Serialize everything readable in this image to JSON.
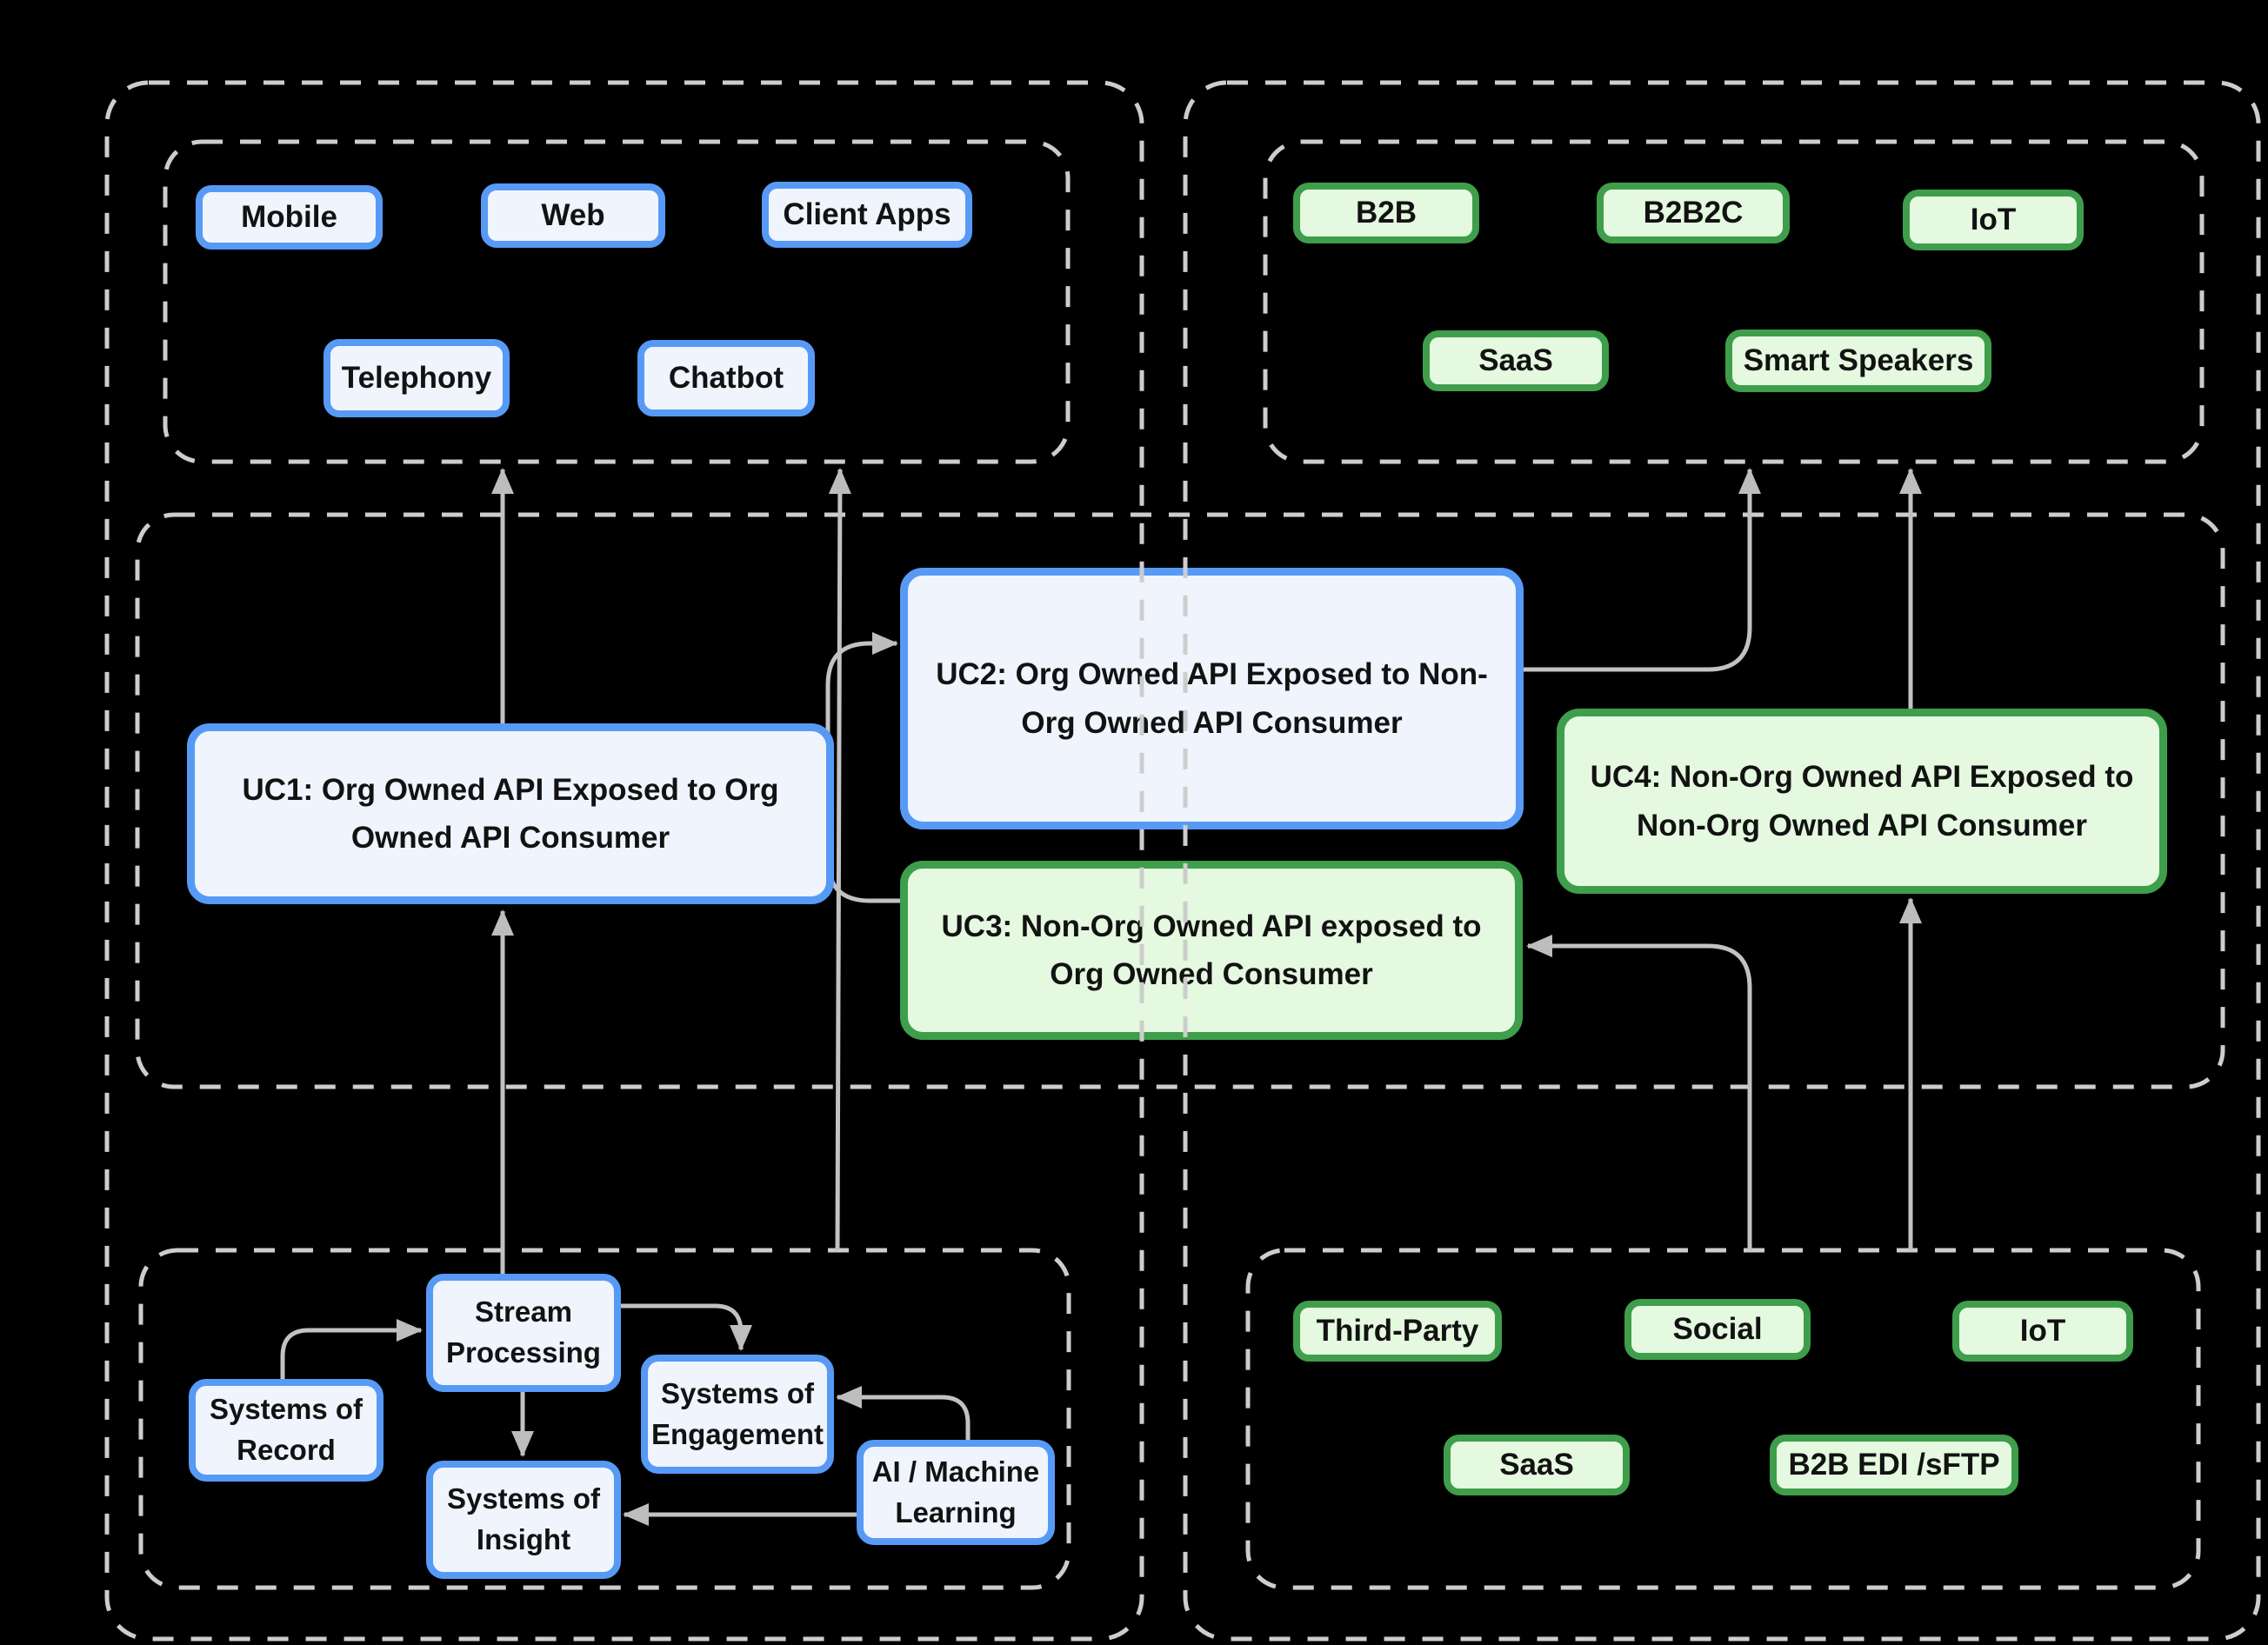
{
  "diagram": {
    "background_color": "#000000",
    "style": {
      "org_node_border": "#579AF6",
      "org_node_fill": "#EFF4FD",
      "non_org_node_border": "#3F9E4B",
      "non_org_node_fill": "#E4F9DF",
      "container_dash_color": "#CDCDCD",
      "arrow_color": "#C2C2C2",
      "text_color": "#121212"
    },
    "containers": {
      "org_zone": "",
      "non_org_zone": "",
      "org_consumers": "",
      "non_org_consumers": "",
      "use_cases": "",
      "org_systems": "",
      "non_org_systems": ""
    },
    "nodes": {
      "mobile": {
        "label": "Mobile"
      },
      "web": {
        "label": "Web"
      },
      "client_apps": {
        "label": "Client Apps"
      },
      "telephony": {
        "label": "Telephony"
      },
      "chatbot": {
        "label": "Chatbot"
      },
      "b2b": {
        "label": "B2B"
      },
      "b2b2c": {
        "label": "B2B2C"
      },
      "iot_top": {
        "label": "IoT"
      },
      "saas_top": {
        "label": "SaaS"
      },
      "smart_speakers": {
        "label": "Smart Speakers"
      },
      "uc1": {
        "label": "UC1: Org Owned API Exposed to Org\nOwned API Consumer"
      },
      "uc2": {
        "label": "UC2: Org Owned API Exposed to Non-\nOrg Owned API Consumer"
      },
      "uc3": {
        "label": "UC3:  Non-Org Owned API exposed to\nOrg Owned Consumer"
      },
      "uc4": {
        "label": "UC4: Non-Org Owned API Exposed to\nNon-Org Owned API Consumer"
      },
      "stream_processing": {
        "label": "Stream\nProcessing"
      },
      "systems_of_record": {
        "label": "Systems of\nRecord"
      },
      "systems_of_engagement": {
        "label": "Systems of\nEngagement"
      },
      "systems_of_insight": {
        "label": "Systems of\nInsight"
      },
      "ai_ml": {
        "label": "AI / Machine\nLearning"
      },
      "third_party": {
        "label": "Third-Party"
      },
      "social": {
        "label": "Social"
      },
      "iot_bottom": {
        "label": "IoT"
      },
      "saas_bottom": {
        "label": "SaaS"
      },
      "b2b_edi": {
        "label": "B2B EDI /sFTP"
      }
    },
    "edges": [
      {
        "from": "uc1",
        "to": "org_consumers"
      },
      {
        "from": "stream_processing",
        "to": "uc1"
      },
      {
        "from": "org_systems",
        "to": "org_consumers"
      },
      {
        "from": "systems_of_record",
        "to": "stream_processing"
      },
      {
        "from": "stream_processing",
        "to": "systems_of_engagement"
      },
      {
        "from": "stream_processing",
        "to": "systems_of_insight"
      },
      {
        "from": "ai_ml",
        "to": "systems_of_engagement"
      },
      {
        "from": "ai_ml",
        "to": "systems_of_insight"
      },
      {
        "from": "uc3",
        "to": "uc2"
      },
      {
        "from": "uc2",
        "to": "non_org_consumers"
      },
      {
        "from": "uc4",
        "to": "non_org_consumers"
      },
      {
        "from": "non_org_systems",
        "to": "uc4"
      },
      {
        "from": "non_org_systems",
        "to": "uc3"
      }
    ]
  }
}
